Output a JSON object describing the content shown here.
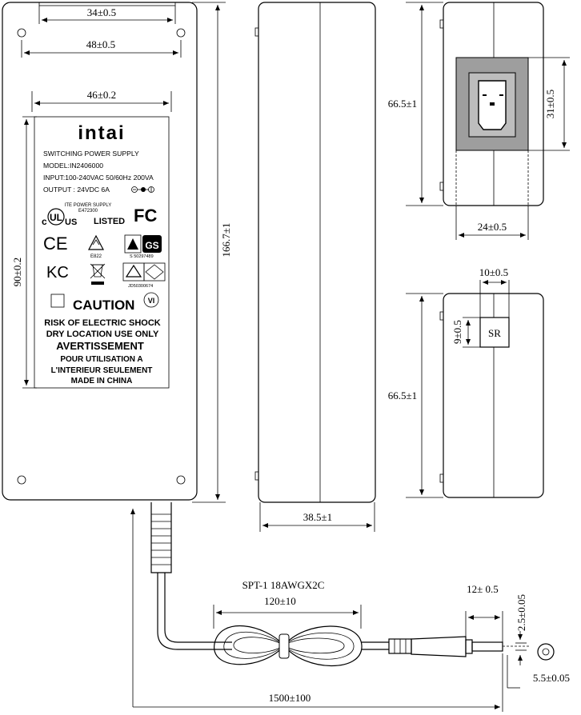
{
  "label": {
    "brand": "intai",
    "line1": "SWITCHING POWER SUPPLY",
    "line2": "MODEL:IN2406000",
    "line3": "INPUT:100-240VAC 50/60Hz  200VA",
    "line4": "OUTPUT : 24VDC 6A",
    "ite_line1": "ITE POWER SUPPLY",
    "ite_line2": "E472300",
    "ul_c": "c",
    "ul_us": "US",
    "ul_listed": "LISTED",
    "ul_mark": "UL",
    "fcc": "FC",
    "ce": "CE",
    "rcm_code": "E822",
    "gs_number": "S  50297489",
    "gs_mark": "GS",
    "kc": "KC",
    "jd_number": "JD50300674",
    "caution": "CAUTION",
    "vi_mark": "VI",
    "warn1": "RISK OF ELECTRIC SHOCK",
    "warn2": "DRY LOCATION USE ONLY",
    "warn3": "AVERTISSEMENT",
    "warn4": "POUR UTILISATION A",
    "warn5": "L'INTERIEUR SEULEMENT",
    "warn6": "MADE IN CHINA"
  },
  "dimensions": {
    "top_screw": "34±0.5",
    "top_width": "48±0.5",
    "label_width": "46±0.2",
    "label_height": "90±0.2",
    "length": "166.7±1",
    "thickness": "38.5±1",
    "end_height": "66.5±1",
    "socket_height": "31±0.5",
    "end_width": "24±0.5",
    "sr_width": "10±0.5",
    "sr_height": "9±0.5",
    "end2_height": "66.5±1",
    "cable_spec": "SPT-1 18AWGX2C",
    "coil_length": "120±10",
    "plug_length": "12± 0.5",
    "pin_dia": "2.5±0.05",
    "plug_dia": "5.5±0.05",
    "cable_length": "1500±100"
  },
  "strain_relief": "SR"
}
